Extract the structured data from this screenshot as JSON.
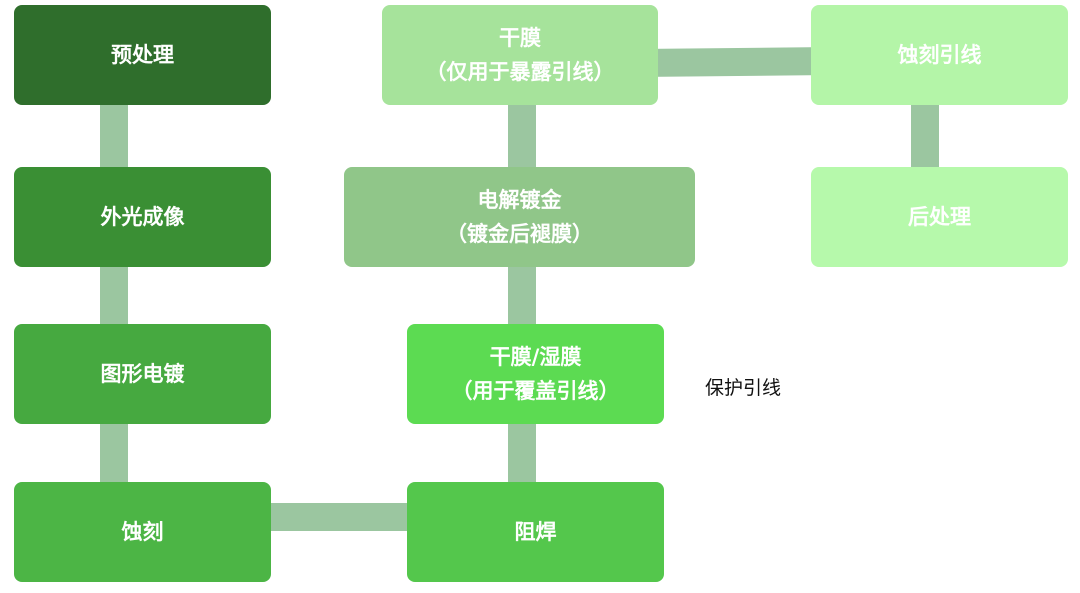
{
  "nodes": {
    "pretreat": {
      "label": "预处理",
      "color": "#2f6e2c"
    },
    "exposure": {
      "label": "外光成像",
      "color": "#3a8f34"
    },
    "plating": {
      "label": "图形电镀",
      "color": "#46a940"
    },
    "etch": {
      "label": "蚀刻",
      "color": "#4cb545"
    },
    "soldermask": {
      "label": "阻焊",
      "color": "#54c74c"
    },
    "film_wet": {
      "label": "干膜/湿膜",
      "sub": "（用于覆盖引线）",
      "color": "#5cdb52"
    },
    "gold": {
      "label": "电解镀金",
      "sub": "（镀金后褪膜）",
      "color": "#90c689"
    },
    "dryfilm": {
      "label": "干膜",
      "sub": "（仅用于暴露引线）",
      "color": "#a6e39b"
    },
    "etch_lead": {
      "label": "蚀刻引线",
      "color": "#b4f5a8"
    },
    "post": {
      "label": "后处理",
      "color": "#b6f9ab"
    }
  },
  "note": "保护引线",
  "connector_color": "#9bc6a0"
}
